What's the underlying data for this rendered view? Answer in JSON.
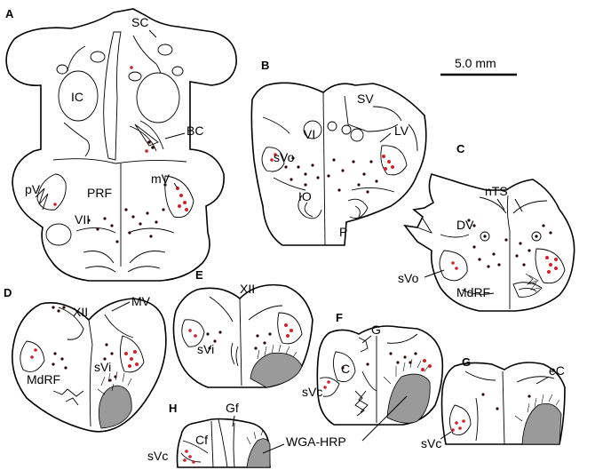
{
  "panels": [
    {
      "id": "A",
      "label": "A",
      "regions": [
        "SC",
        "IC",
        "BC",
        "pV",
        "PRF",
        "mV",
        "VII"
      ]
    },
    {
      "id": "B",
      "label": "B",
      "regions": [
        "SV",
        "VI",
        "LV",
        "sVo",
        "IO",
        "P"
      ]
    },
    {
      "id": "C",
      "label": "C",
      "regions": [
        "nTS",
        "DV",
        "sVo",
        "MdRF"
      ]
    },
    {
      "id": "D",
      "label": "D",
      "regions": [
        "XII",
        "MV",
        "MdRF",
        "sVi"
      ]
    },
    {
      "id": "E",
      "label": "E",
      "regions": [
        "XII",
        "sVi"
      ]
    },
    {
      "id": "F",
      "label": "F",
      "regions": [
        "G",
        "C",
        "sVc"
      ]
    },
    {
      "id": "G",
      "label": "G",
      "regions": [
        "eC",
        "sVc"
      ]
    },
    {
      "id": "H",
      "label": "H",
      "regions": [
        "Gf",
        "Cf",
        "sVc"
      ]
    }
  ],
  "tracer_label": "WGA-HRP",
  "scale_bar": {
    "label": "5.0 mm"
  },
  "colors": {
    "red_dot": "#d0202a",
    "black_dot": "#2a0a0a",
    "tracer_fill": "#9a9a9a"
  }
}
